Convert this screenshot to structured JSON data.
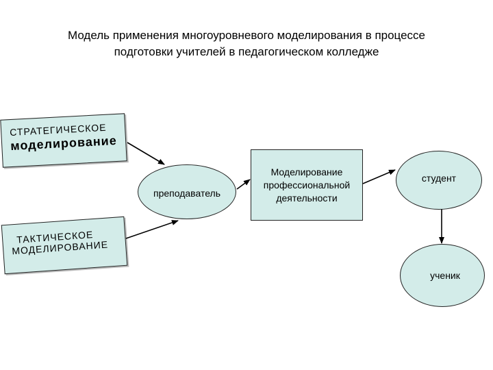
{
  "title": {
    "line1": "Модель применения многоуровневого моделирования в процессе",
    "line2": "подготовки учителей в педагогическом колледже"
  },
  "nodes": {
    "strategic": {
      "line1": "СТРАТЕГИЧЕСКОЕ",
      "line2": "моделирование"
    },
    "tactical": {
      "line1": "ТАКТИЧЕСКОЕ",
      "line2": "МОДЕЛИРОВАНИЕ"
    },
    "teacher": {
      "label": "преподаватель"
    },
    "professional": {
      "line1": "Моделирование",
      "line2": "профессиональной",
      "line3": "деятельности"
    },
    "student": {
      "label": "студент"
    },
    "pupil": {
      "label": "ученик"
    }
  },
  "colors": {
    "fill": "#d3ece9",
    "stroke": "#222222"
  }
}
